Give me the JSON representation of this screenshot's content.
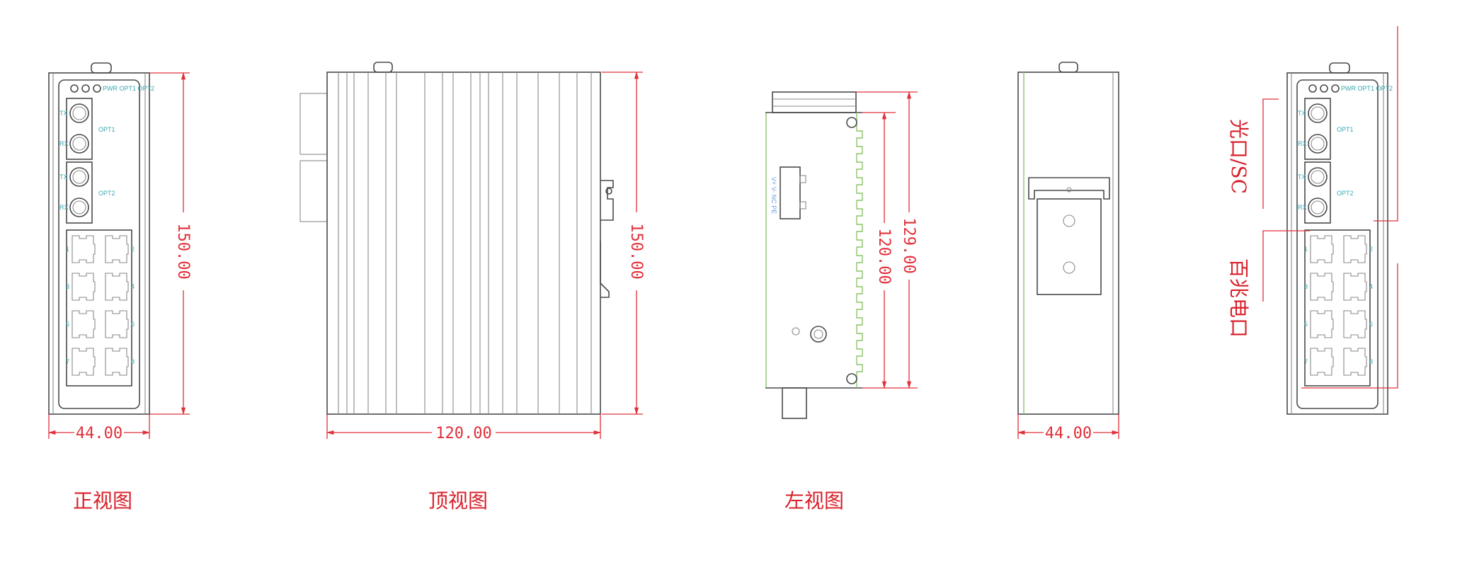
{
  "views": {
    "front": {
      "caption": "正视图",
      "height_dim": "150.00",
      "width_dim": "44.00"
    },
    "top": {
      "caption": "顶视图",
      "height_dim": "150.00",
      "width_dim": "120.00"
    },
    "left": {
      "caption": "左视图",
      "inner_dim": "120.00",
      "outer_dim": "129.00",
      "terminal_label": "V+ V- NC PE"
    },
    "back": {
      "width_dim": "44.00"
    },
    "annotated": {
      "fiber_label": "光口/SC",
      "copper_label": "百兆电口"
    }
  },
  "panel": {
    "led_label": "PWR OPT1 OPT2",
    "opt1": "OPT1",
    "opt2": "OPT2",
    "tx": "TX",
    "rx": "RX",
    "ports": [
      "1",
      "2",
      "3",
      "4",
      "5",
      "6",
      "7",
      "8"
    ]
  },
  "colors": {
    "dimension": "#e0303a",
    "outline": "#4a4a4a",
    "label": "#3aa7b0"
  }
}
